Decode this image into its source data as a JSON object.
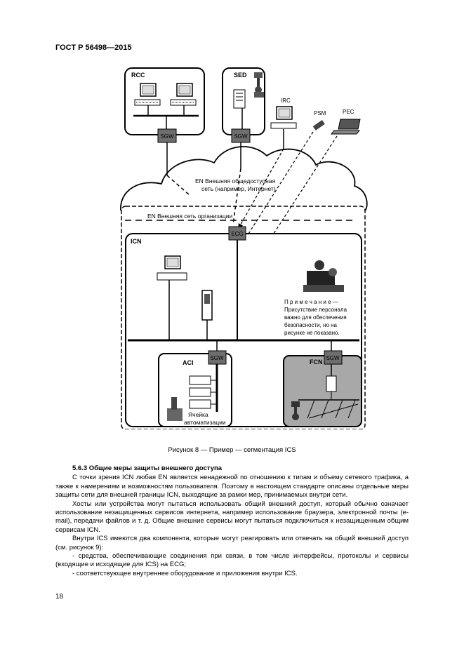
{
  "header": {
    "standard": "ГОСТ Р 56498—2015"
  },
  "figure": {
    "labels": {
      "rcc": "RCC",
      "sed": "SED",
      "irc": "IRC",
      "psm": "PSM",
      "pec": "PEC",
      "sgw": "SGW",
      "en_public_1": "EN  Внешняя общедоступная",
      "en_public_2": "сеть (например, Интернет)",
      "en_org": "EN  Внешняя сеть организации",
      "ecg": "ECG",
      "icn": "ICN",
      "aci": "ACI",
      "fcn": "FCN",
      "cell_1": "Ячейка",
      "cell_2": "автоматизации",
      "note_1": "П р и м е ч а н и е —",
      "note_2": "Присутствие персонала",
      "note_3": "важно для обеспечения",
      "note_4": "безопасности, но на",
      "note_5": "рисунке не показано."
    },
    "caption": "Рисунок 8 — Пример — сегментация ICS"
  },
  "section": {
    "heading": "5.6.3 Общие меры защиты внешнего доступа",
    "paragraphs": [
      "С точки зрения ICN любая EN является ненадежной по отношению к типам и объему сетевого трафика, а также к намерениям и возможностям пользователя. Поэтому в настоящем стандарте описаны отдельные меры защиты сети для внешней границы ICN, выходящие за рамки мер, принимаемых внутри сети.",
      "Хосты или устройства могут пытаться использовать общий внешний доступ, который обычно означает использование незащищенных сервисов интернета, например использование браузера, электронной почты (e-mail), передачи файлов и т. д. Общие внешние сервисы могут пытаться подключиться к незащищенным общим сервисам ICN.",
      "Внутри ICS имеются два компонента, которые могут реагировать или отвечать на общий внешний доступ (см. рисунок 9):",
      "- средства, обеспечивающие соединения при связи, в том числе интерфейсы, протоколы и сервисы (входящие и исходящие для ICS) на ECG;",
      "- соответствующее внутреннее оборудование и приложения внутри ICS."
    ]
  },
  "page_number": "18",
  "colors": {
    "gateway_fill": "#6e6e6e",
    "fcn_fill": "#a8a8a8",
    "text": "#000000"
  }
}
